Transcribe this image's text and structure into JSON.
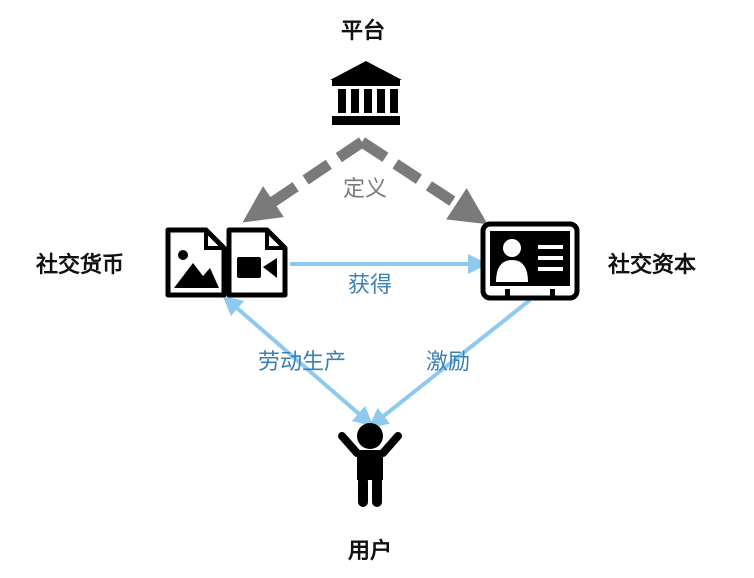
{
  "nodes": {
    "platform": {
      "label": "平台",
      "icon": "bank-building-icon"
    },
    "social_currency": {
      "label": "社交货币",
      "icons": [
        "image-file-icon",
        "video-file-icon"
      ]
    },
    "social_capital": {
      "label": "社交资本",
      "icon": "id-card-icon"
    },
    "user": {
      "label": "用户",
      "icon": "person-icon"
    }
  },
  "edges": {
    "define": {
      "label": "定义",
      "style": "dashed",
      "color": "#7a7a7a"
    },
    "obtain": {
      "label": "获得",
      "color": "#8ec9ee"
    },
    "labor_production": {
      "label": "劳动生产",
      "color": "#8ec9ee"
    },
    "incentive": {
      "label": "激励",
      "color": "#8ec9ee"
    }
  },
  "colors": {
    "edge_label_blue": "#3a7fb5",
    "arrow_blue": "#8ec9ee",
    "arrow_gray": "#7a7a7a",
    "icon": "#000000"
  }
}
